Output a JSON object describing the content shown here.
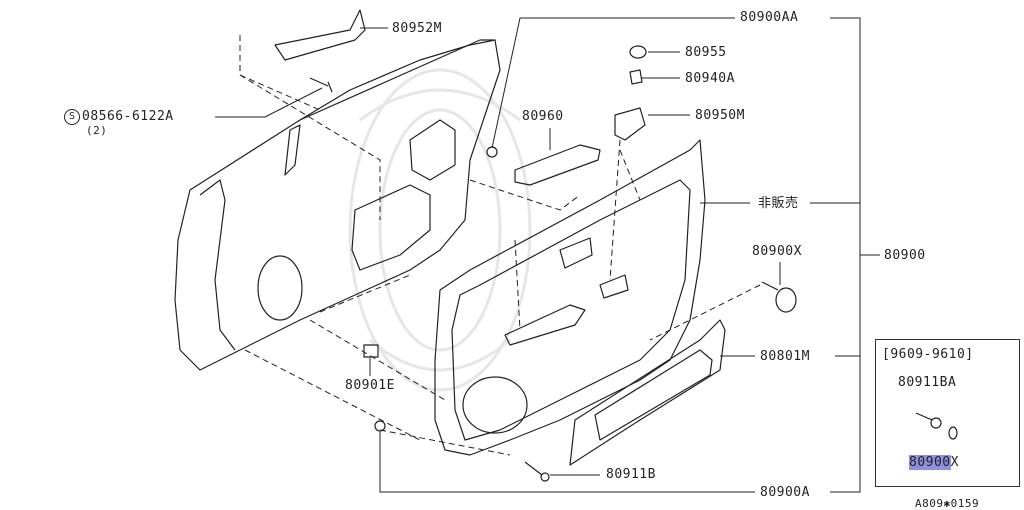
{
  "parts": {
    "p80952M": "80952M",
    "p08566": "08566-6122A",
    "p08566_qty": "(2)",
    "screw_symbol": "S",
    "p80900AA": "80900AA",
    "p80955": "80955",
    "p80940A": "80940A",
    "p80960": "80960",
    "p80950M": "80950M",
    "not_sold": "非販売",
    "p80900X": "80900X",
    "p80900": "80900",
    "p80801M": "80801M",
    "p80901E": "80901E",
    "p80911B": "80911B",
    "p80900A": "80900A"
  },
  "inset": {
    "date_range": "[9609-9610]",
    "part_a": "80911BA",
    "part_b_highlighted": "80900",
    "part_b_suffix": "X"
  },
  "diagram_code": "A809✱0159",
  "colors": {
    "line": "#222222",
    "highlight": "#8f8fe0",
    "watermark": "#e6e6e6"
  }
}
